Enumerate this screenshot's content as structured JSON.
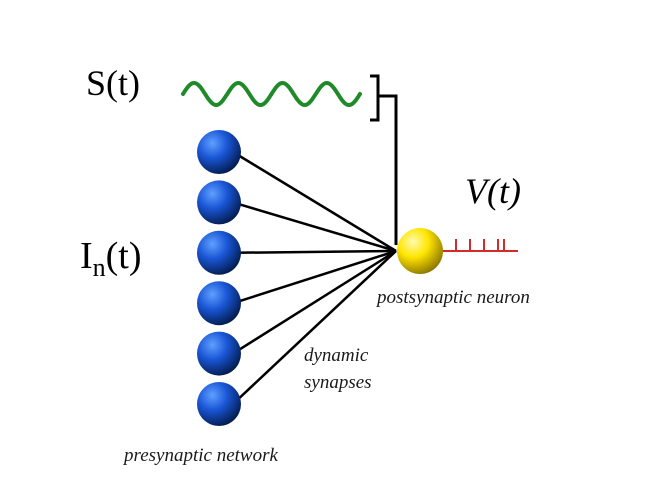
{
  "labels": {
    "stimulus": "S(t)",
    "input_main": "I",
    "input_sub": "n",
    "input_tail": "(t)",
    "output": "V(t)",
    "postsynaptic": "postsynaptic neuron",
    "synapses_line1": "dynamic",
    "synapses_line2": "synapses",
    "presynaptic": "presynaptic network"
  },
  "diagram": {
    "presynaptic_neuron_count": 6,
    "output_spike_count": 5
  },
  "colors": {
    "presynaptic_neuron": "#1a56d6",
    "postsynaptic_neuron": "#ffe500",
    "stimulus_wave": "#1f8a2a",
    "spike_train": "#d42a2a",
    "connection": "#000000"
  }
}
